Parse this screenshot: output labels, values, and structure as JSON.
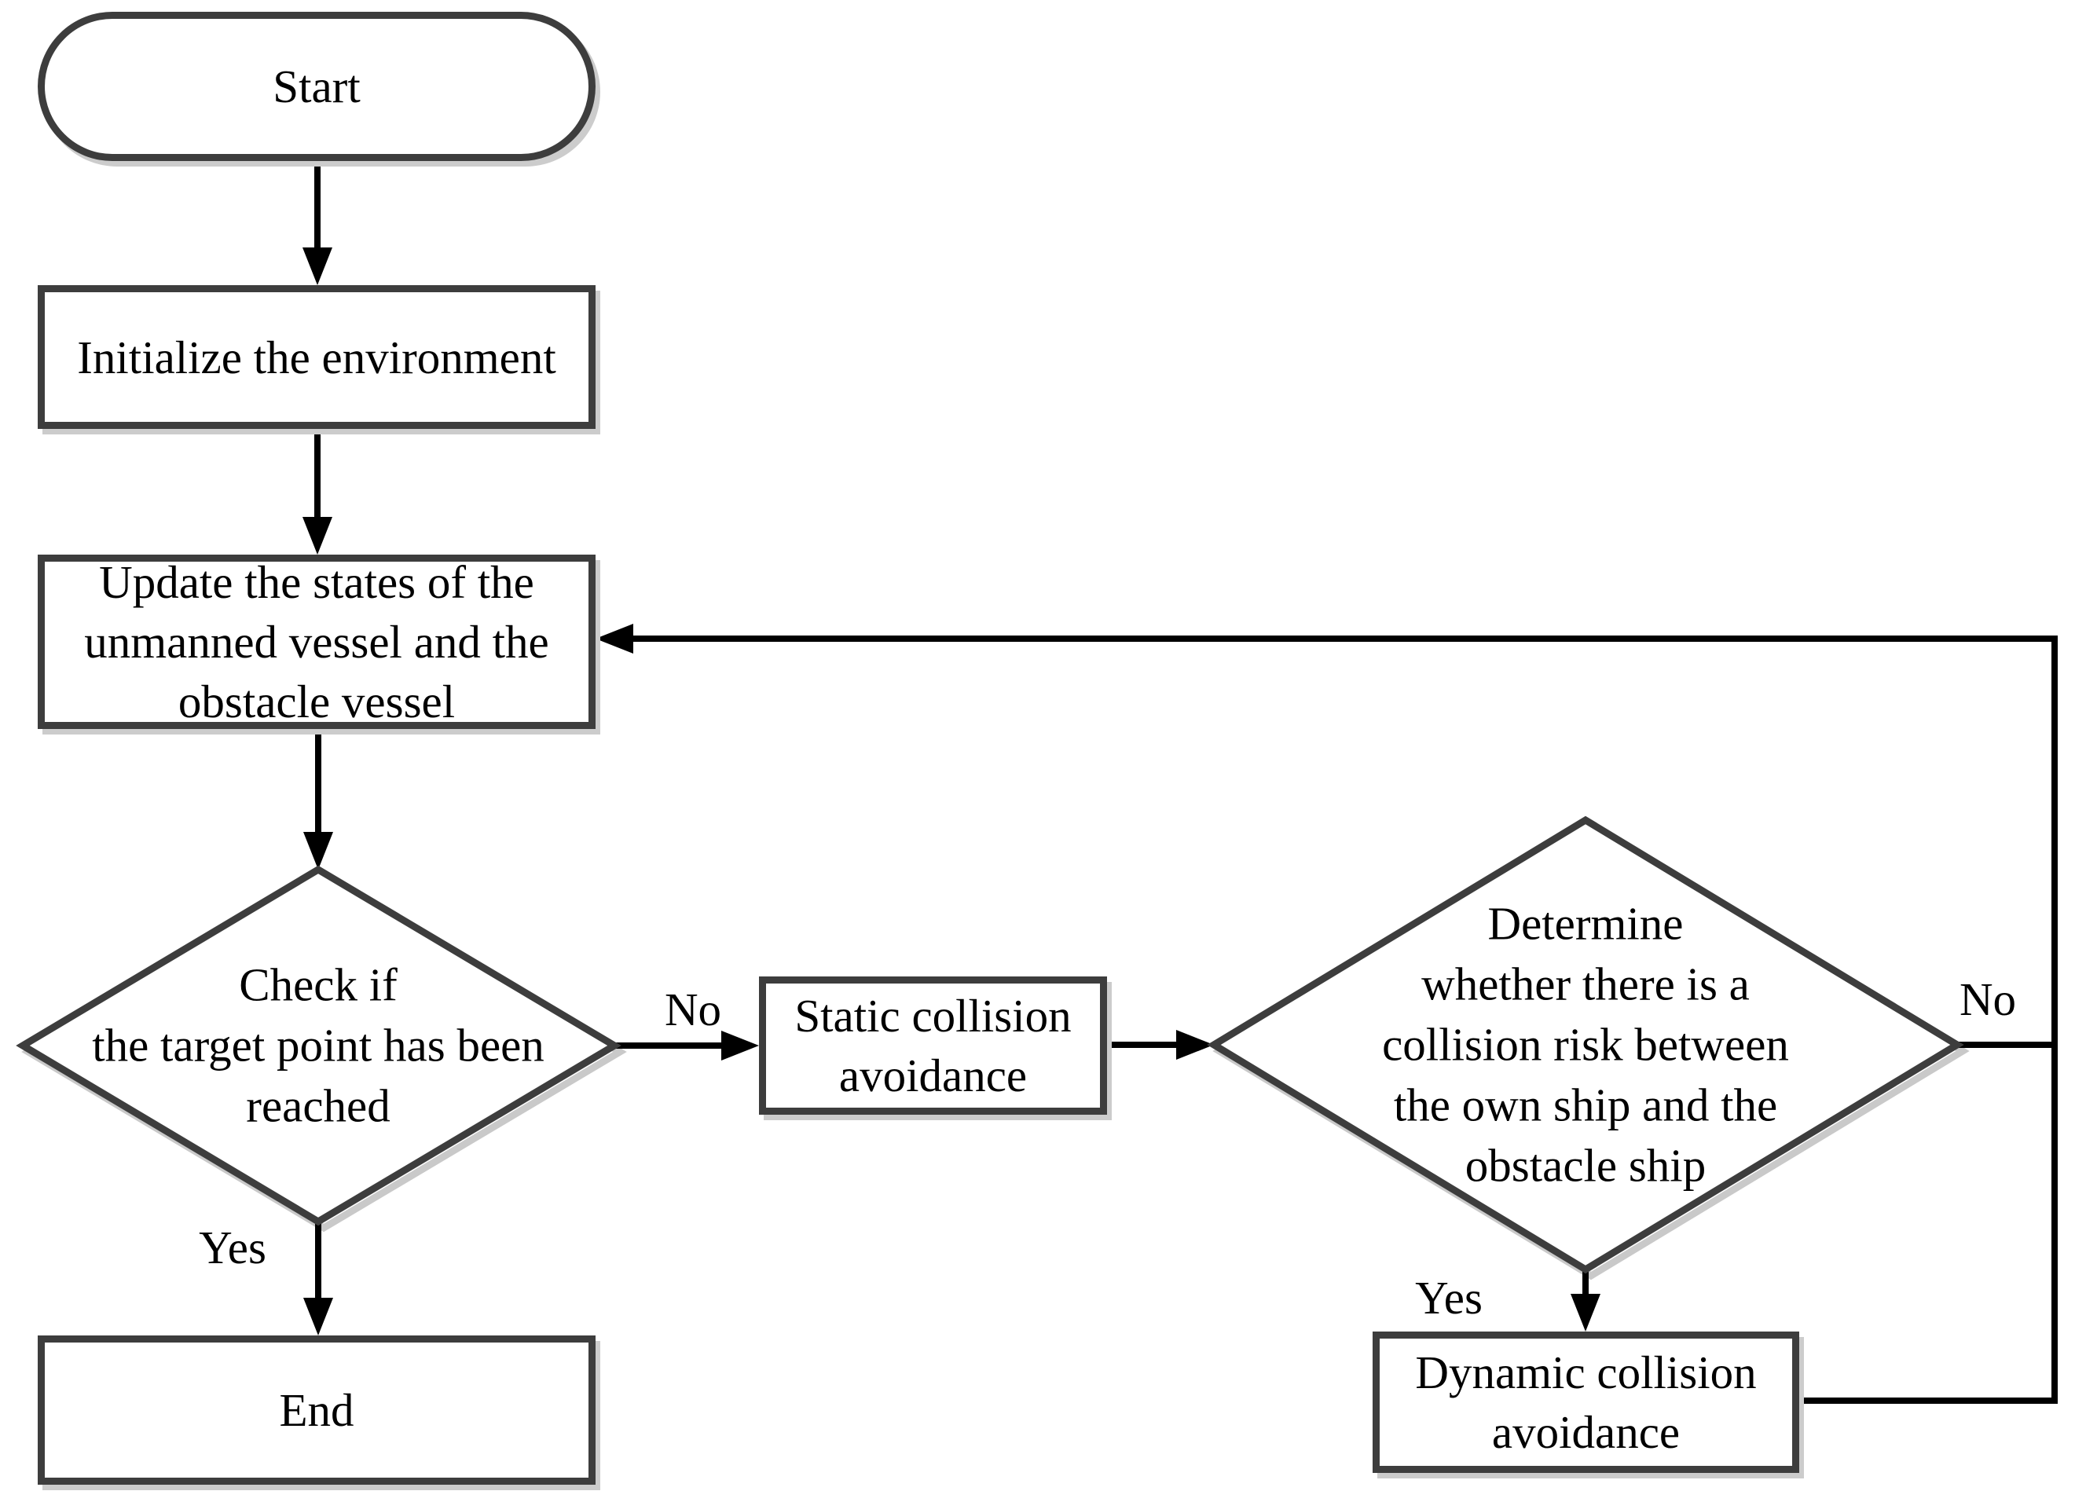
{
  "diagram": {
    "type": "flowchart",
    "background_color": "#ffffff",
    "shape_border_color": "#3d3d3d",
    "line_color": "#000000",
    "text_color": "#000000",
    "shadow_color": "#cccccc",
    "nodes": {
      "start": {
        "shape": "terminator",
        "label": "Start"
      },
      "init": {
        "shape": "process",
        "label": "Initialize the environment"
      },
      "update": {
        "shape": "process",
        "label": "Update the states of the\nunmanned vessel and the\nobstacle vessel"
      },
      "check_target": {
        "shape": "decision",
        "label": "Check if\nthe target point has been\nreached"
      },
      "end": {
        "shape": "terminator",
        "label": "End"
      },
      "static_ca": {
        "shape": "process",
        "label": "Static collision\navoidance"
      },
      "check_risk": {
        "shape": "decision",
        "label": "Determine\nwhether there is a\ncollision risk between\nthe own ship and the\nobstacle ship"
      },
      "dynamic_ca": {
        "shape": "process",
        "label": "Dynamic collision\navoidance"
      }
    },
    "edge_labels": {
      "check_target_yes": "Yes",
      "check_target_no": "No",
      "check_risk_yes": "Yes",
      "check_risk_no": "No"
    },
    "edges": [
      "start -> init",
      "init -> update",
      "update -> check_target",
      "check_target -Yes-> end",
      "check_target -No-> static_ca",
      "static_ca -> check_risk",
      "check_risk -Yes-> dynamic_ca",
      "check_risk -No-> update (loop back)",
      "dynamic_ca -> update (loop back)"
    ]
  }
}
